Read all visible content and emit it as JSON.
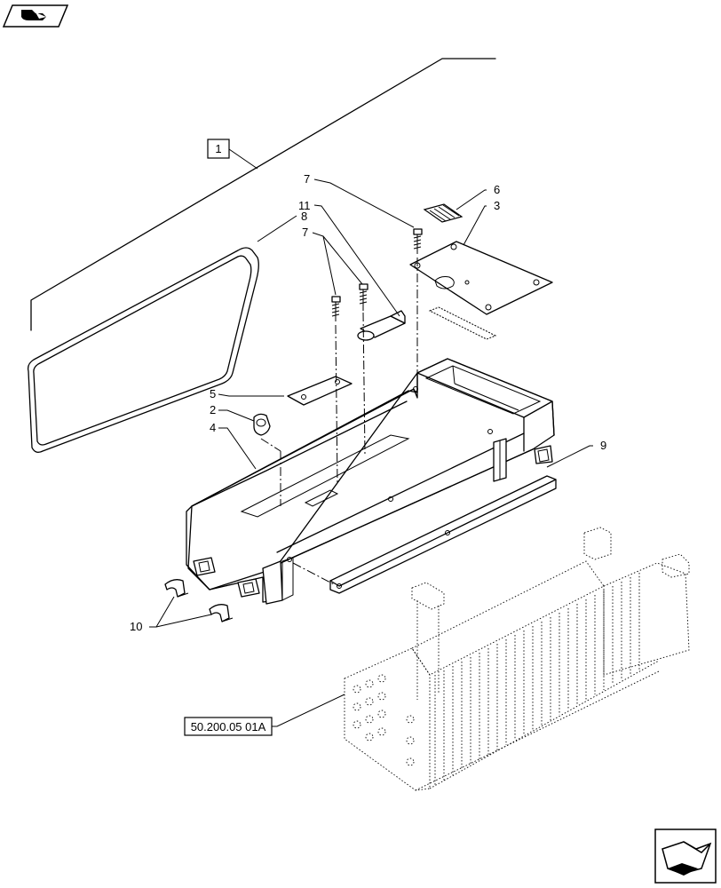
{
  "callouts": {
    "c1": "1",
    "c2": "2",
    "c3": "3",
    "c4": "4",
    "c5": "5",
    "c6": "6",
    "c7a": "7",
    "c7b": "7",
    "c8": "8",
    "c9": "9",
    "c10": "10",
    "c11": "11"
  },
  "reference_label": "50.200.05 01A",
  "icons": {
    "top_left": "tractor-book-icon",
    "bottom_right": "next-page-arrow-icon"
  }
}
